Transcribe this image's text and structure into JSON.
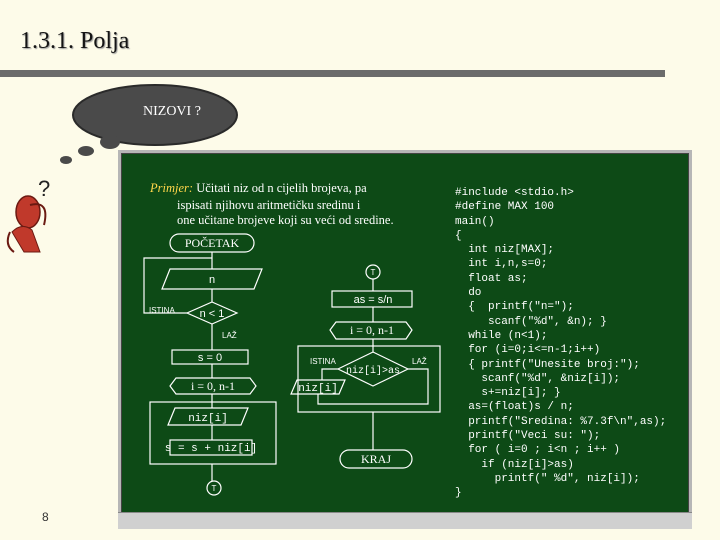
{
  "slide": {
    "title": "1.3.1. Polja",
    "cloud_text": "NIZOVI ?",
    "question_mark": "?",
    "page_number": "8"
  },
  "task": {
    "label": "Primjer:",
    "line1_rest": " Učitati niz od n cijelih brojeva, pa",
    "line2": "ispisati njihovu aritmetičku sredinu i",
    "line3": "one učitane brojeve koji su veći od sredine."
  },
  "flowchart": {
    "start": "POČETAK",
    "read_n": "n",
    "cond_n": "n < 1",
    "istina1": "ISTINA",
    "laz1": "LAŽ",
    "s_zero": "s = 0",
    "loop1": "i = 0, n-1",
    "read_niz": "niz[i]",
    "s_sum": "s = s + niz[i]",
    "conn_bottom": "T",
    "conn_top": "T",
    "as_calc": "as = s/n",
    "loop2": "i = 0, n-1",
    "istina2": "ISTINA",
    "laz2": "LAŽ",
    "cond2": "niz[i]>as",
    "print_niz": "niz[i]",
    "end": "KRAJ"
  },
  "code_lines": [
    "#include <stdio.h>",
    "#define MAX 100",
    "main()",
    "{",
    "  int niz[MAX];",
    "  int i,n,s=0;",
    "  float as;",
    "  do",
    "  {  printf(\"n=\");",
    "     scanf(\"%d\", &n); }",
    "  while (n<1);",
    "  for (i=0;i<=n-1;i++)",
    "  { printf(\"Unesite broj:\");",
    "    scanf(\"%d\", &niz[i]);",
    "    s+=niz[i]; }",
    "  as=(float)s / n;",
    "  printf(\"Sredina: %7.3f\\n\",as);",
    "  printf(\"Veci su: \");",
    "  for ( i=0 ; i<n ; i++ )",
    "    if (niz[i]>as)",
    "      printf(\" %d\", niz[i]);",
    "}"
  ],
  "colors": {
    "board": "#0d4a16",
    "cloud": "#4a4a4a",
    "accent_text": "#ffd74a"
  }
}
